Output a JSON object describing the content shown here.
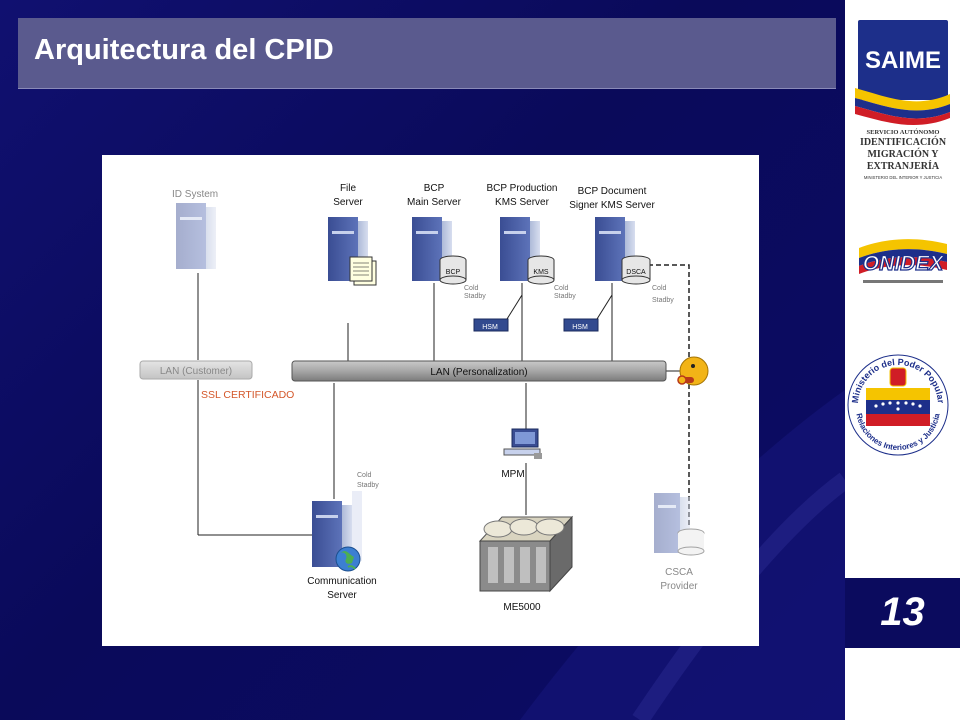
{
  "slide": {
    "title": "Arquitectura del CPID",
    "page_number": "13"
  },
  "sidebar": {
    "saime": {
      "brand": "SAIME",
      "line1": "SERVICIO AUTÓNOMO",
      "line2": "IDENTIFICACIÓN",
      "line3": "MIGRACIÓN Y",
      "line4": "EXTRANJERÍA",
      "line5": "MINISTERIO DEL INTERIOR Y JUSTICIA"
    },
    "onidex": {
      "brand": "ONIDEX"
    },
    "ministerio": {
      "top_text": "Ministerio del Poder Popular",
      "bottom_text": "Relaciones Interiores y Justicia"
    }
  },
  "diagram": {
    "id_system": "ID System",
    "file_server_1": "File",
    "file_server_2": "Server",
    "bcp_main_1": "BCP",
    "bcp_main_2": "Main Server",
    "bcp_kms_1": "BCP Production",
    "bcp_kms_2": "KMS Server",
    "bcp_doc_1": "BCP Document",
    "bcp_doc_2": "Signer KMS Server",
    "disk_bcp": "BCP",
    "disk_kms": "KMS",
    "disk_dsca": "DSCA",
    "cold": "Cold",
    "stadby": "Stadby",
    "hsm": "HSM",
    "lan_customer": "LAN (Customer)",
    "lan_personalization": "LAN (Personalization)",
    "ssl_label": "SSL CERTIFICADO",
    "mpm": "MPM",
    "me5000": "ME5000",
    "comm_1": "Communication",
    "comm_2": "Server",
    "csca_1": "CSCA",
    "csca_2": "Provider"
  }
}
